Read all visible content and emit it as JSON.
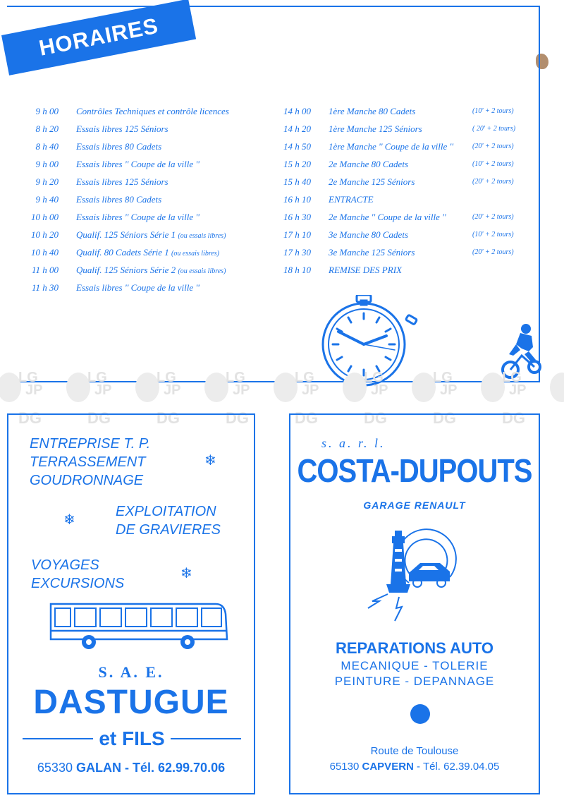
{
  "schedule": {
    "title": "HORAIRES",
    "left": [
      {
        "time": "9 h 00",
        "event": "Contrôles Techniques et contrôle licences",
        "note": ""
      },
      {
        "time": "8 h 20",
        "event": "Essais libres 125 Séniors",
        "note": ""
      },
      {
        "time": "8 h 40",
        "event": "Essais libres 80 Cadets",
        "note": ""
      },
      {
        "time": "9 h 00",
        "event": "Essais libres '' Coupe de la ville ''",
        "note": ""
      },
      {
        "time": "9 h 20",
        "event": "Essais libres 125 Séniors",
        "note": ""
      },
      {
        "time": "9 h 40",
        "event": "Essais libres 80 Cadets",
        "note": ""
      },
      {
        "time": "10 h 00",
        "event": "Essais libres '' Coupe de la ville ''",
        "note": ""
      },
      {
        "time": "10 h 20",
        "event": "Qualif. 125 Séniors Série 1",
        "note": "(ou essais libres)"
      },
      {
        "time": "10 h 40",
        "event": "Qualif. 80 Cadets Série 1",
        "note": "(ou essais libres)"
      },
      {
        "time": "11 h 00",
        "event": "Qualif. 125 Séniors Série 2",
        "note": "(ou essais libres)"
      },
      {
        "time": "11 h 30",
        "event": "Essais libres '' Coupe de la ville ''",
        "note": ""
      }
    ],
    "right": [
      {
        "time": "14 h 00",
        "event": "1ère Manche 80 Cadets",
        "duration": "(10' + 2 tours)"
      },
      {
        "time": "14 h 20",
        "event": "1ère Manche 125 Séniors",
        "duration": "( 20' + 2 tours)"
      },
      {
        "time": "14 h 50",
        "event": "1ère Manche '' Coupe de la ville ''",
        "duration": "(20' + 2 tours)"
      },
      {
        "time": "15 h 20",
        "event": "2e Manche 80 Cadets",
        "duration": "(10' + 2 tours)"
      },
      {
        "time": "15 h 40",
        "event": "2e Manche 125 Séniors",
        "duration": "(20' + 2 tours)"
      },
      {
        "time": "16 h 10",
        "event": "ENTRACTE",
        "duration": ""
      },
      {
        "time": "16 h 30",
        "event": "2e Manche '' Coupe de la ville ''",
        "duration": "(20' + 2 tours)"
      },
      {
        "time": "17 h 10",
        "event": "3e Manche 80 Cadets",
        "duration": "(10' + 2 tours)"
      },
      {
        "time": "17 h 30",
        "event": "3e Manche 125 Séniors",
        "duration": "(20' + 2 tours)"
      },
      {
        "time": "18 h 10",
        "event": "REMISE DES PRIX",
        "duration": ""
      }
    ]
  },
  "watermark": {
    "lg": "LG",
    "jp": "JP",
    "dg": "DG"
  },
  "ad_left": {
    "line1": "ENTREPRISE T. P.",
    "line2": "TERRASSEMENT",
    "line3": "GOUDRONNAGE",
    "line4": "EXPLOITATION",
    "line5": "DE GRAVIERES",
    "line6": "VOYAGES",
    "line7": "EXCURSIONS",
    "sae": "S. A. E.",
    "name": "DASTUGUE",
    "suffix": "et FILS",
    "postcode": "65330",
    "town": "GALAN",
    "phone": "- Tél. 62.99.70.06"
  },
  "ad_right": {
    "legal": "s. a. r. l.",
    "name": "COSTA-DUPOUTS",
    "garage": "GARAGE RENAULT",
    "repairs": "REPARATIONS AUTO",
    "line1": "MECANIQUE - TOLERIE",
    "line2": "PEINTURE - DEPANNAGE",
    "route": "Route de Toulouse",
    "postcode": "65130",
    "town": "CAPVERN",
    "phone": "- Tél. 62.39.04.05"
  },
  "colors": {
    "accent": "#1a73e8",
    "watermark": "#e2e2e2"
  },
  "icons": [
    "stopwatch-icon",
    "motocross-rider-icon",
    "snowflake-icon",
    "bus-icon",
    "lighthouse-car-icon",
    "lightning-icon"
  ]
}
